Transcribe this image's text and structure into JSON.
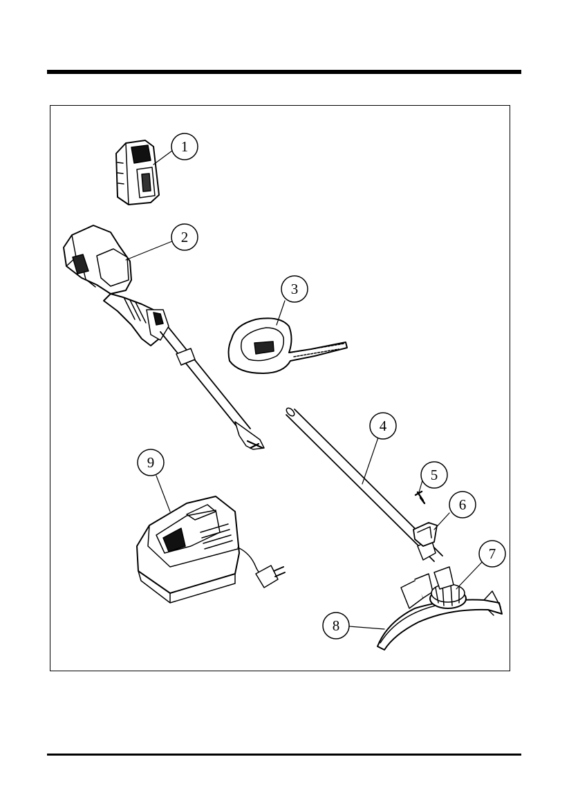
{
  "callouts": [
    {
      "number": "1",
      "part": "battery-pack"
    },
    {
      "number": "2",
      "part": "motor-housing"
    },
    {
      "number": "3",
      "part": "auxiliary-handle"
    },
    {
      "number": "4",
      "part": "shaft-tube"
    },
    {
      "number": "5",
      "part": "screw"
    },
    {
      "number": "6",
      "part": "guard-bracket"
    },
    {
      "number": "7",
      "part": "trimmer-head"
    },
    {
      "number": "8",
      "part": "safety-guard"
    },
    {
      "number": "9",
      "part": "battery-charger"
    }
  ],
  "colors": {
    "line": "#000000",
    "background": "#ffffff"
  }
}
